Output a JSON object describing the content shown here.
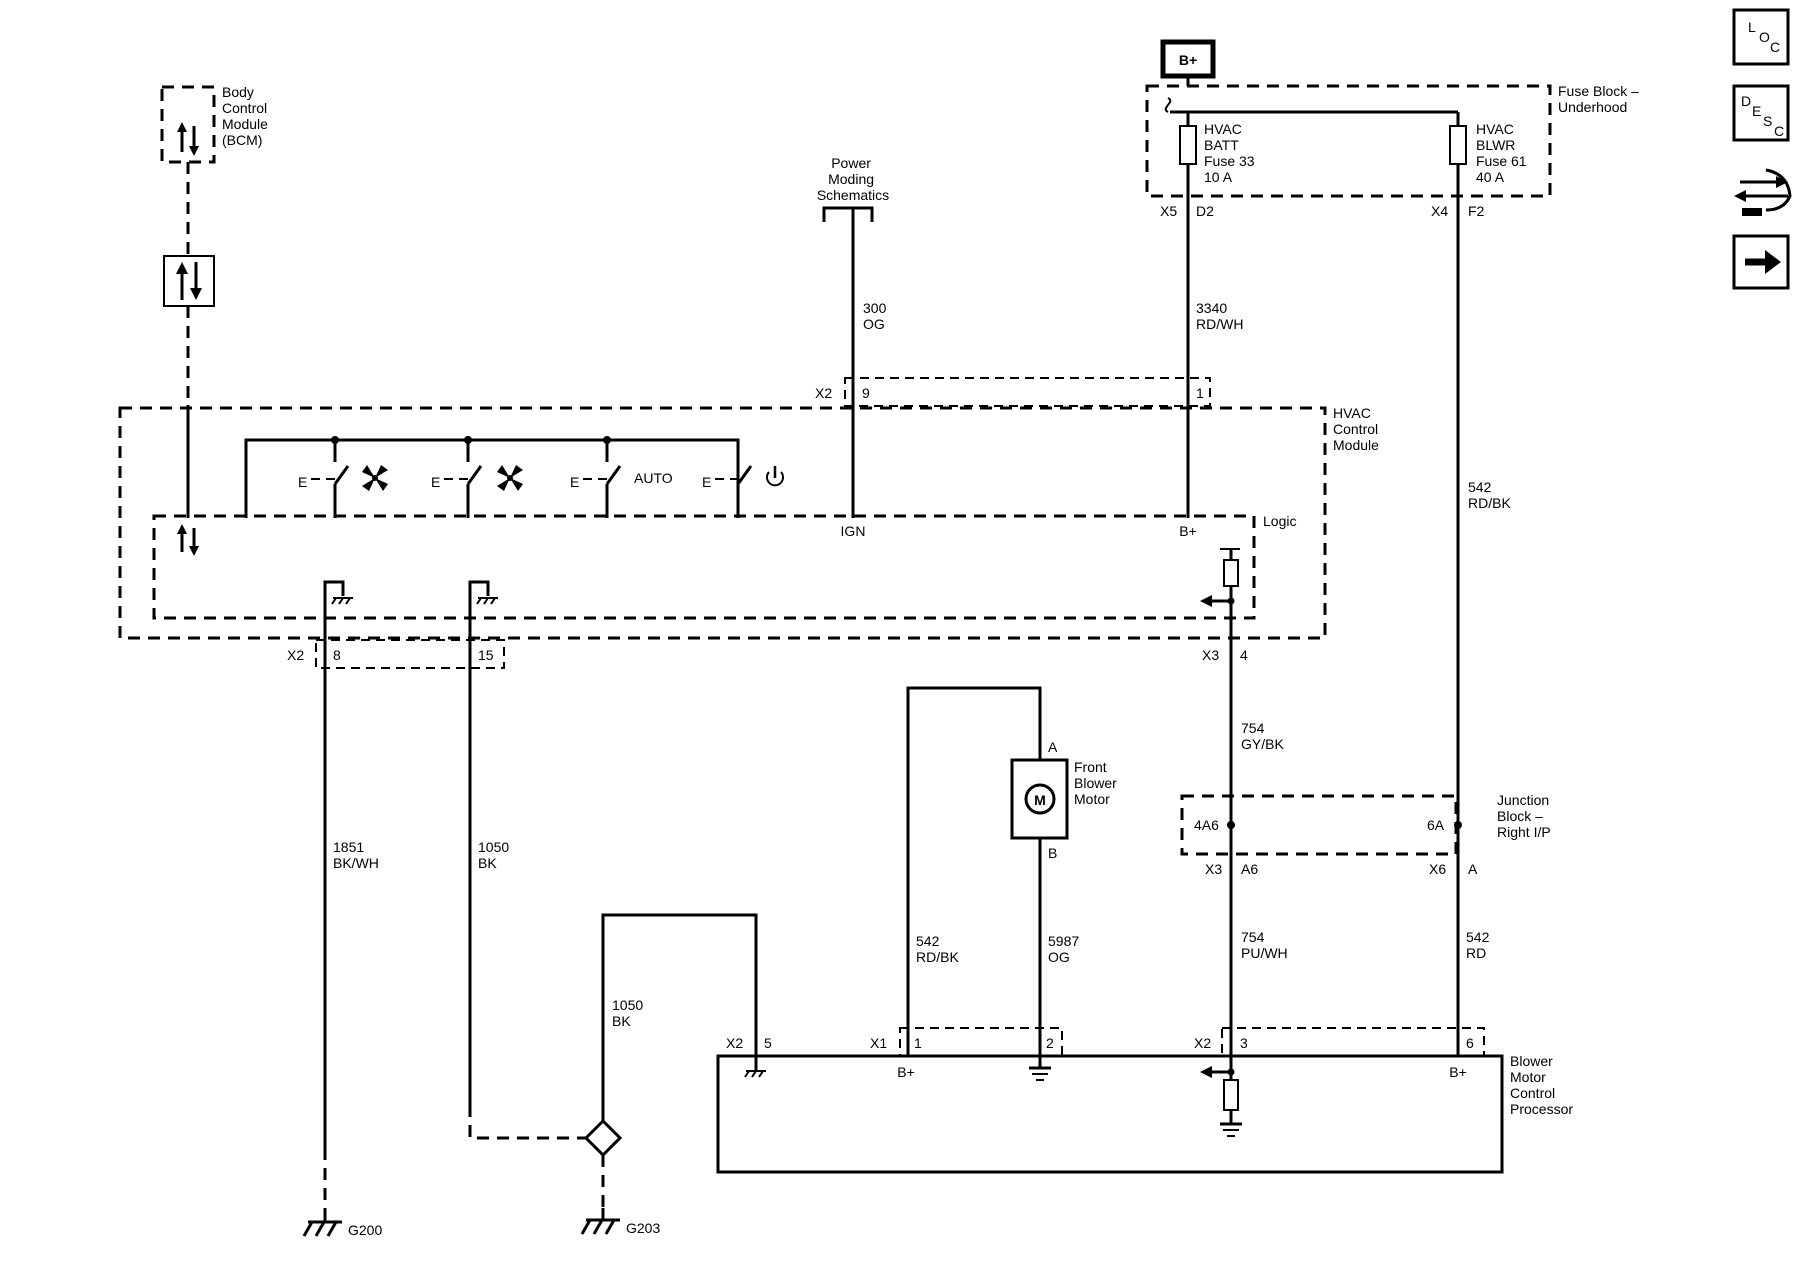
{
  "components": {
    "bcm": [
      "Body",
      "Control",
      "Module",
      "(BCM)"
    ],
    "power_moding": [
      "Power",
      "Moding",
      "Schematics"
    ],
    "b_plus_box": "B+",
    "fuse_block": [
      "Fuse Block –",
      "Underhood"
    ],
    "fuse_batt": [
      "HVAC",
      "BATT",
      "Fuse 33",
      "10 A"
    ],
    "fuse_blwr": [
      "HVAC",
      "BLWR",
      "Fuse 61",
      "40 A"
    ],
    "hvac_module": [
      "HVAC",
      "Control",
      "Module"
    ],
    "logic": "Logic",
    "auto_label": "AUTO",
    "switch_e": "E",
    "front_blower": [
      "Front",
      "Blower",
      "Motor"
    ],
    "motor_symbol": "M",
    "junction_block": [
      "Junction",
      "Block –",
      "Right I/P"
    ],
    "bmcp": [
      "Blower",
      "Motor",
      "Control",
      "Processor"
    ],
    "ground_g200": "G200",
    "ground_g203": "G203"
  },
  "pins": {
    "ign": "IGN",
    "b_plus": "B+",
    "x2": "X2",
    "x2_9": "9",
    "x2_1": "1",
    "x5": "X5",
    "d2": "D2",
    "x4": "X4",
    "f2": "F2",
    "x2_8": "8",
    "x2_15": "15",
    "x3": "X3",
    "x3_4": "4",
    "motor_a": "A",
    "motor_b": "B",
    "jb_4a6": "4A6",
    "jb_6a": "6A",
    "x3_a6": "A6",
    "x6": "X6",
    "x6_a": "A",
    "x2_5": "5",
    "x1": "X1",
    "x1_1": "1",
    "x1_2": "2",
    "x2_3": "3",
    "x2_6": "6"
  },
  "wires": {
    "w300": [
      "300",
      "OG"
    ],
    "w3340": [
      "3340",
      "RD/WH"
    ],
    "w542_top": [
      "542",
      "RD/BK"
    ],
    "w754_top": [
      "754",
      "GY/BK"
    ],
    "w1851": [
      "1851",
      "BK/WH"
    ],
    "w1050_left": [
      "1050",
      "BK"
    ],
    "w1050_mid": [
      "1050",
      "BK"
    ],
    "w542_mid": [
      "542",
      "RD/BK"
    ],
    "w5987": [
      "5987",
      "OG"
    ],
    "w754_bot": [
      "754",
      "PU/WH"
    ],
    "w542_bot": [
      "542",
      "RD"
    ]
  },
  "nav": {
    "loc": [
      "L",
      "O",
      "C"
    ],
    "desc": [
      "D",
      "E",
      "S",
      "C"
    ]
  }
}
